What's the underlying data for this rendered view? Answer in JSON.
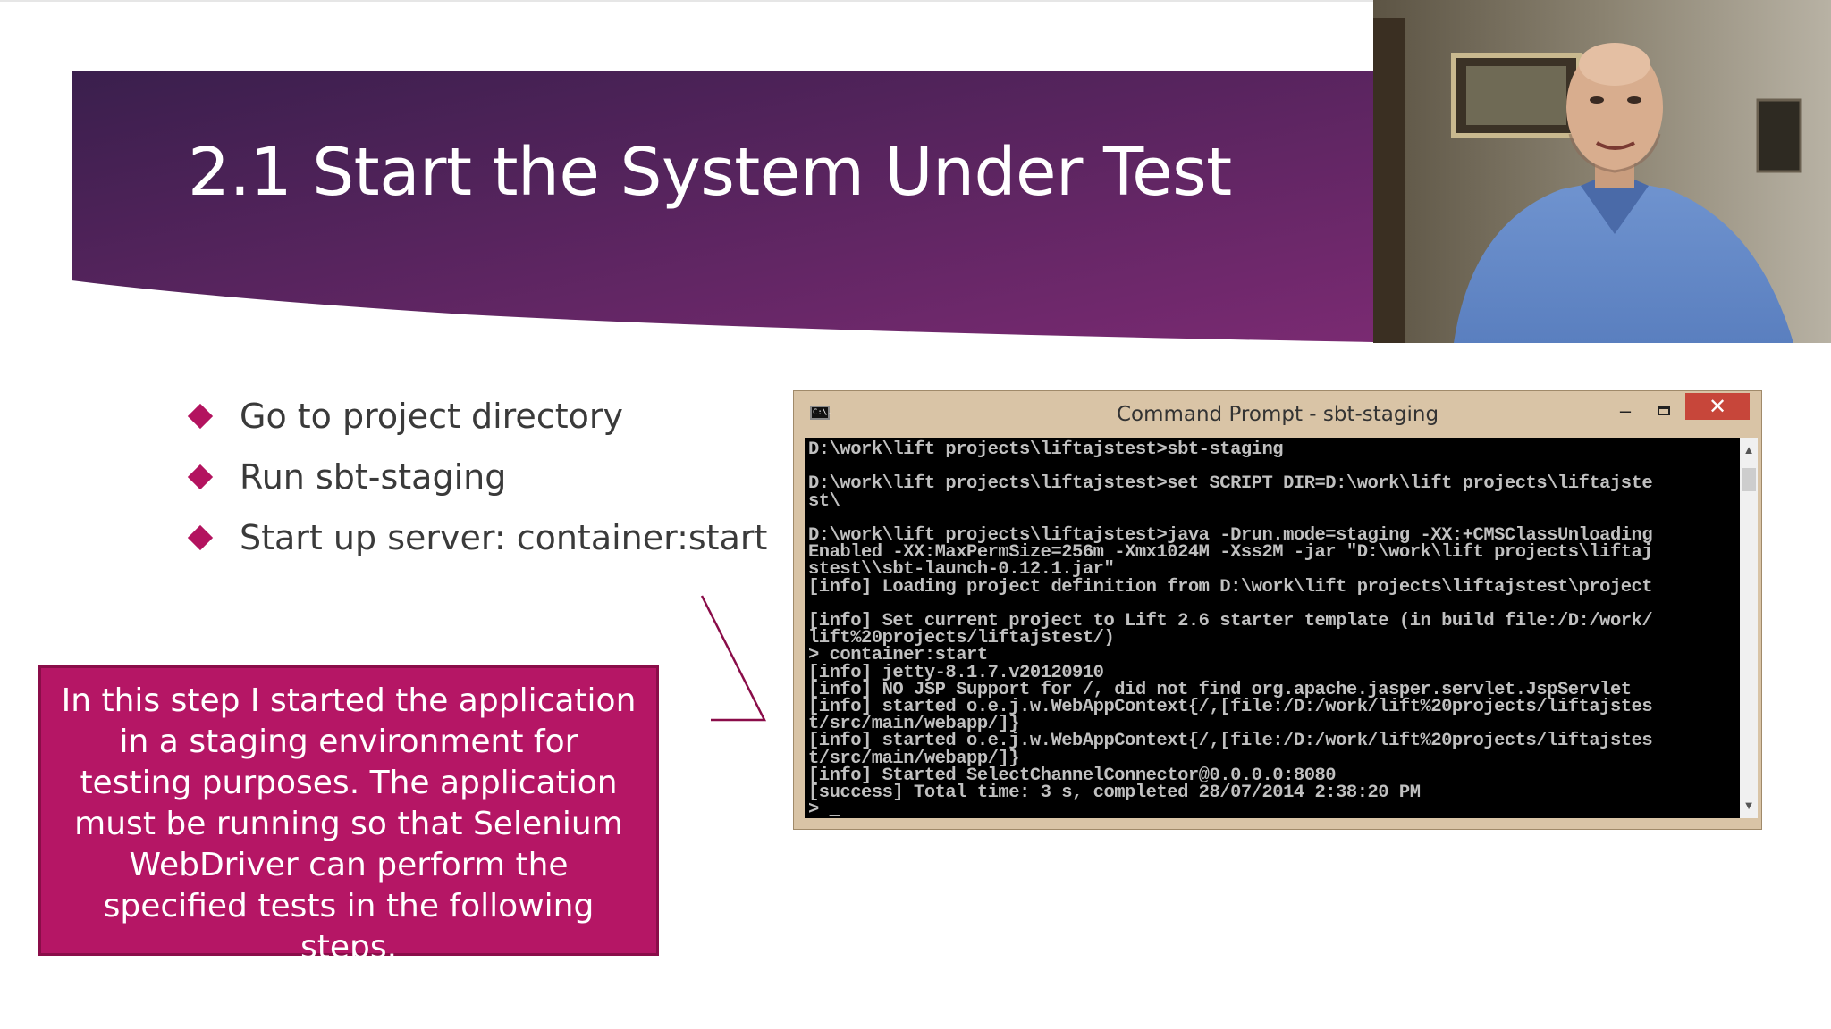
{
  "slide": {
    "title": "2.1 Start the System Under Test",
    "bullets": [
      {
        "text": "Go to project directory"
      },
      {
        "text": "Run sbt-staging"
      },
      {
        "text": "Start up server: container:start"
      }
    ],
    "callout": "In this step I started the application in a staging environment for testing purposes. The application must be running so that Selenium WebDriver can perform the specified tests in the following steps.",
    "colors": {
      "banner_dark": "#3a1f4d",
      "banner_light": "#7a2a72",
      "accent": "#b3135f",
      "callout_bg": "#b51665"
    }
  },
  "cmd_window": {
    "title": "Command Prompt - sbt-staging",
    "icon_label": "C:\\.",
    "minimize": "–",
    "close": "✕",
    "console_lines": [
      "D:\\work\\lift projects\\liftajstest>sbt-staging",
      "",
      "D:\\work\\lift projects\\liftajstest>set SCRIPT_DIR=D:\\work\\lift projects\\liftajste",
      "st\\",
      "",
      "D:\\work\\lift projects\\liftajstest>java -Drun.mode=staging -XX:+CMSClassUnloading",
      "Enabled -XX:MaxPermSize=256m -Xmx1024M -Xss2M -jar \"D:\\work\\lift projects\\liftaj",
      "stest\\\\sbt-launch-0.12.1.jar\"",
      "[info] Loading project definition from D:\\work\\lift projects\\liftajstest\\project",
      "",
      "[info] Set current project to Lift 2.6 starter template (in build file:/D:/work/",
      "lift%20projects/liftajstest/)",
      "> container:start",
      "[info] jetty-8.1.7.v20120910",
      "[info] NO JSP Support for /, did not find org.apache.jasper.servlet.JspServlet",
      "[info] started o.e.j.w.WebAppContext{/,[file:/D:/work/lift%20projects/liftajstes",
      "t/src/main/webapp/]}",
      "[info] started o.e.j.w.WebAppContext{/,[file:/D:/work/lift%20projects/liftajstes",
      "t/src/main/webapp/]}",
      "[info] Started SelectChannelConnector@0.0.0.0:8080",
      "[success] Total time: 3 s, completed 28/07/2014 2:38:20 PM",
      "> _"
    ],
    "scroll_up": "▲",
    "scroll_down": "▼"
  }
}
